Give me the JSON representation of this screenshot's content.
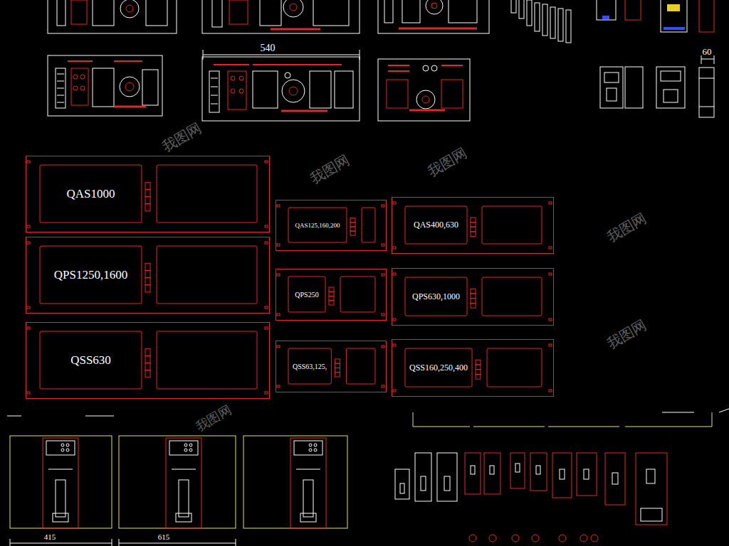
{
  "diagram": {
    "nodes": [
      {
        "text": [
          "QAS1000"
        ]
      },
      {
        "text": [
          "QPS1250,1600"
        ]
      },
      {
        "text": [
          "QSS630"
        ]
      },
      {
        "text": [
          "QAS125,160,200"
        ]
      },
      {
        "text": [
          "QPS250"
        ]
      },
      {
        "text": [
          "QSS63,125,"
        ]
      },
      {
        "text": [
          "QAS400,630"
        ]
      },
      {
        "text": [
          "QPS630,1000"
        ]
      },
      {
        "text": [
          "QSS160,250,400"
        ]
      }
    ],
    "labels": [
      "540",
      "60",
      "415",
      "615",
      "我图网",
      "我图网",
      "我图网",
      "我图网",
      "我图网",
      "我图网"
    ]
  }
}
